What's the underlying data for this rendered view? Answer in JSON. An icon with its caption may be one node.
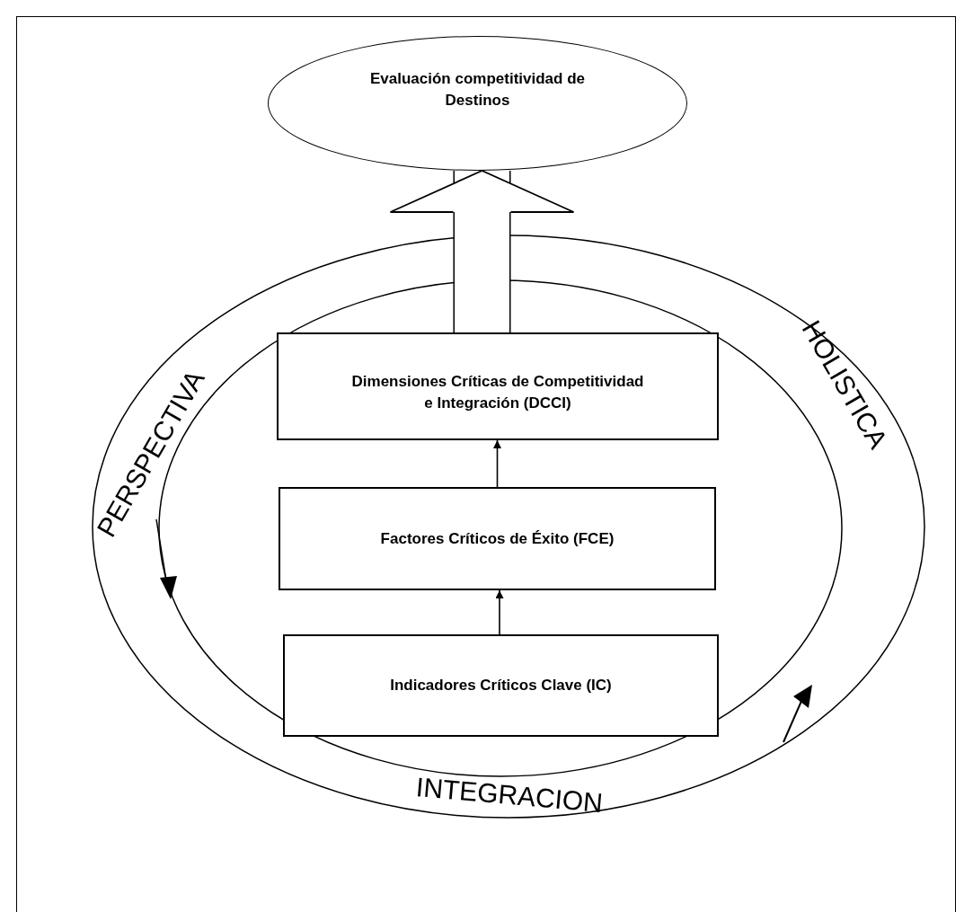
{
  "diagram": {
    "nodes": [
      {
        "text": [
          "Evaluación competitividad de Destinos"
        ]
      },
      {
        "text": [
          "Dimensiones Críticas de Competitividad e Integración (DCCI)"
        ]
      },
      {
        "text": [
          "Factores Críticos de Éxito (FCE)"
        ]
      },
      {
        "text": [
          "Indicadores Críticos  Clave (IC)"
        ]
      }
    ],
    "edges": [
      {
        "from": 3,
        "to": 2,
        "arrow": "to"
      },
      {
        "from": 2,
        "to": 1,
        "arrow": "to"
      },
      {
        "from": 1,
        "to": 0,
        "arrow": "to",
        "style": "thick"
      }
    ],
    "labels": [
      "PERSPECTIVA",
      "HOLISTICA",
      "INTEGRACION"
    ]
  }
}
